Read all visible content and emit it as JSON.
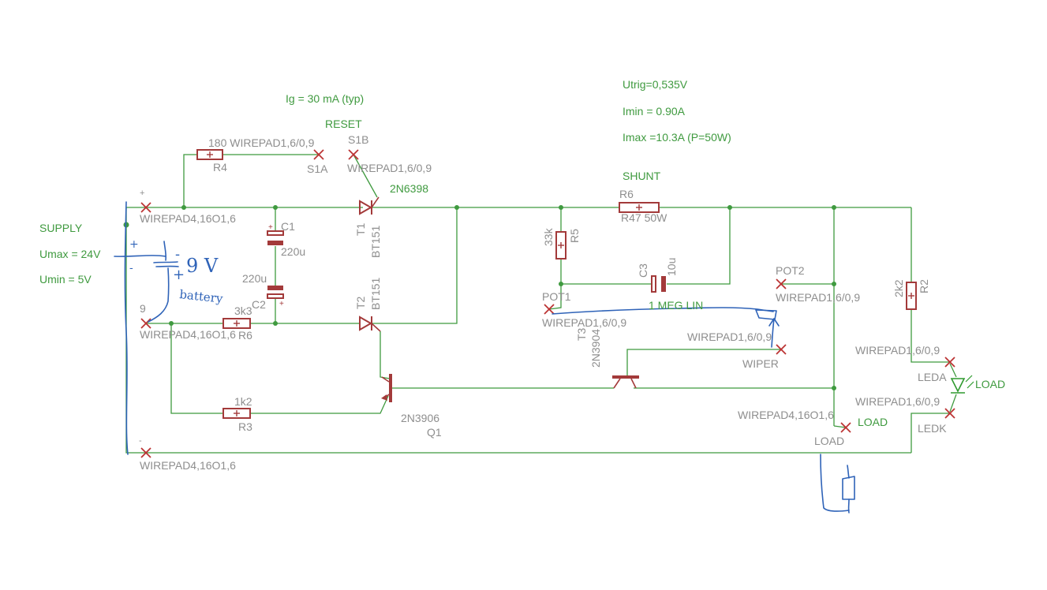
{
  "notes": {
    "ig": "Ig = 30 mA (typ)",
    "reset": "RESET",
    "utrig": "Utrig=0,535V",
    "imin": "Imin = 0.90A",
    "imax": "Imax =10.3A (P=50W)",
    "shunt": "SHUNT",
    "supply": "SUPPLY",
    "umax": "Umax = 24V",
    "umin": "Umin = 5V",
    "scr_part": "2N6398",
    "pot_label": "1 MEG LIN",
    "load_right": "LOAD",
    "load_mid": "LOAD"
  },
  "parts": {
    "r4_value": "180",
    "r4_pad": "WIREPAD1,6/0,9",
    "r4_name": "R4",
    "s1b": "S1B",
    "s1a": "S1A",
    "s1_pad": "WIREPAD1,6/0,9",
    "r6_name": "R6",
    "r6_value": "R47 50W",
    "pad_plus_label": "+",
    "pad_plus": "WIREPAD4,16O1,6",
    "c1_name": "C1",
    "c1_value": "220u",
    "c2_name": "C2",
    "c2_value": "220u",
    "t1_name": "T1",
    "t1_part": "BT151",
    "t2_name": "T2",
    "t2_part": "BT151",
    "r5_value": "33k",
    "r5_name": "R5",
    "c3_name": "C3",
    "c3_value": "10u",
    "pot2": "POT2",
    "pot2_pad": "WIREPAD1,6/0,9",
    "r2_value": "2k2",
    "r2_name": "R2",
    "pad9_label": "9",
    "pad9": "WIREPAD4,16O1,6",
    "r6b_value": "3k3",
    "r6b_name": "R6",
    "pot1": "POT1",
    "pot1_pad": "WIREPAD1,6/0,9",
    "t3_name": "T3",
    "t3_part": "2N3904",
    "wiper_pad": "WIREPAD1,6/0,9",
    "wiper": "WIPER",
    "leda_pad": "WIREPAD1,6/0,9",
    "leda": "LEDA",
    "ledk_pad": "WIREPAD1,6/0,9",
    "ledk": "LEDK",
    "r3_value": "1k2",
    "r3_name": "R3",
    "q1_part": "2N3906",
    "q1_name": "Q1",
    "load_pad": "WIREPAD4,16O1,6",
    "load_name": "LOAD",
    "pad_minus_label": "-",
    "pad_minus": "WIREPAD4,16O1,6"
  },
  "handwriting": {
    "battery_voltage": "9 V",
    "battery_word": "battery",
    "bat_minus": "-",
    "bat_plus": "+",
    "cell_plus": "+",
    "cell_minus": "-"
  },
  "colors": {
    "wire": "#3f9a3f",
    "component": "#a33a3a",
    "label": "#8e8e8e",
    "handwriting": "#2f63b8"
  }
}
